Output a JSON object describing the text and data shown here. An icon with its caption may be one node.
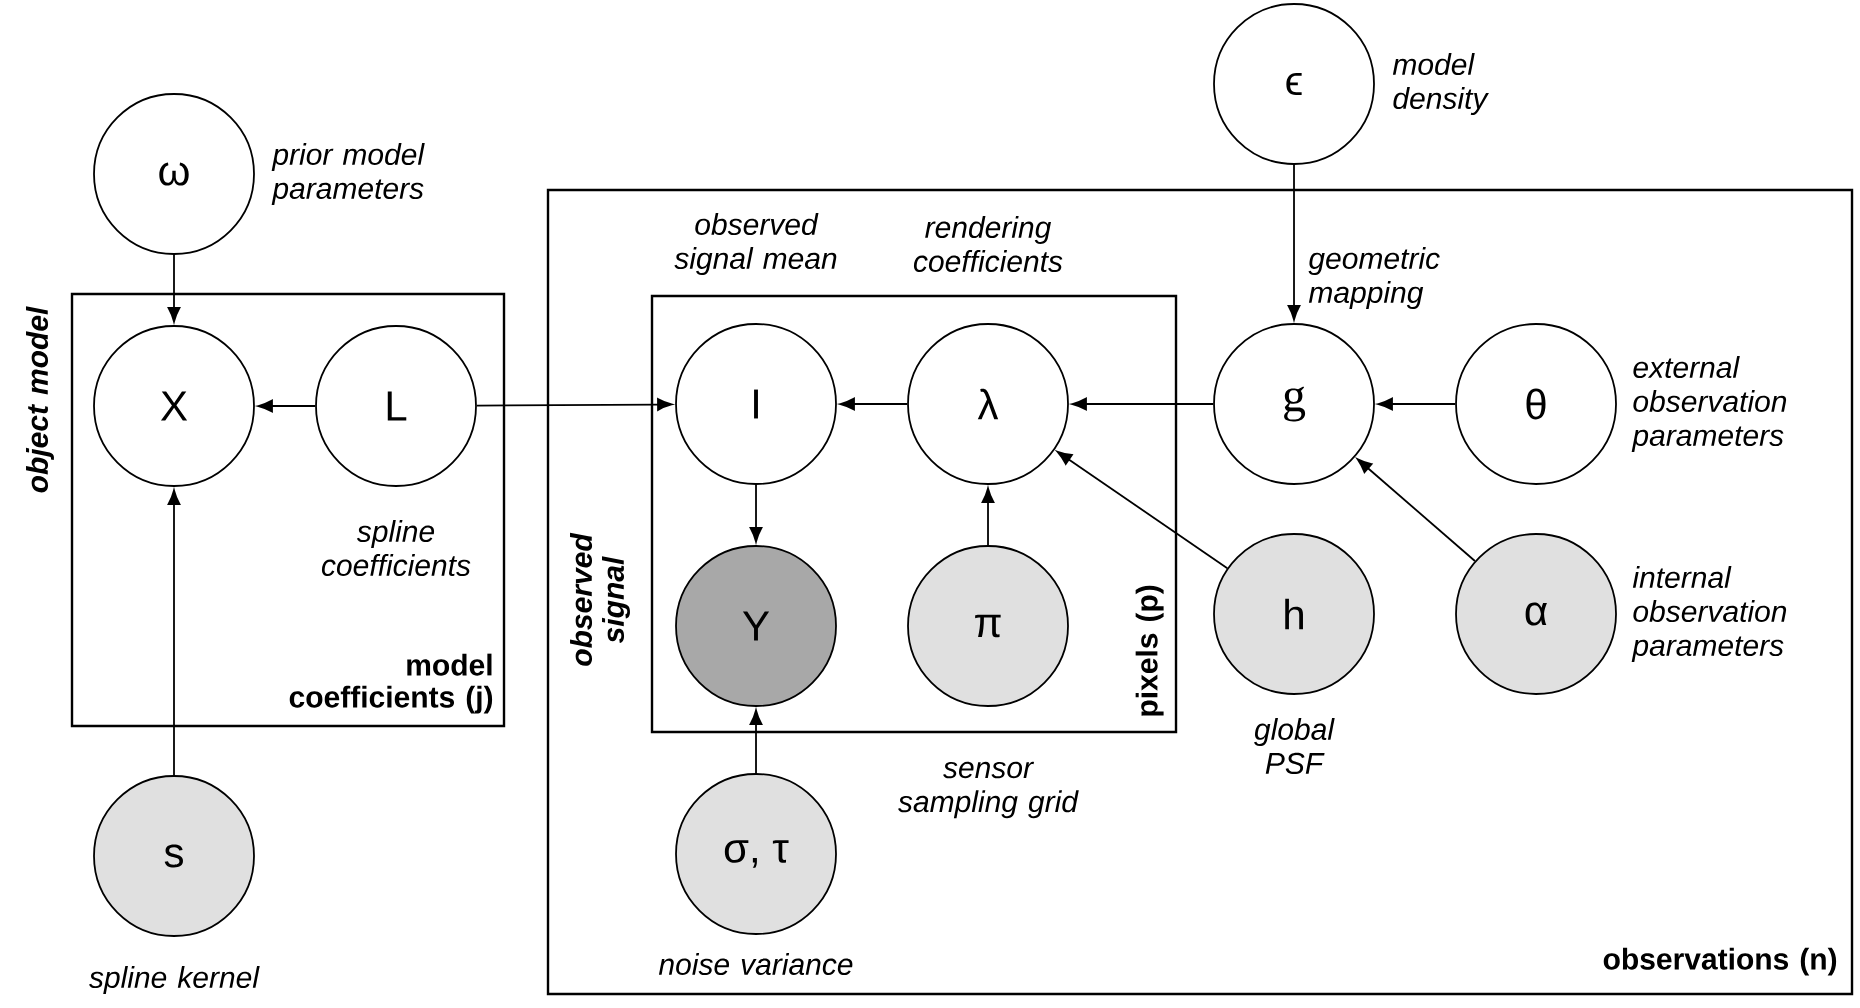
{
  "diagram": {
    "nodes": [
      {
        "text": [
          "ϵ"
        ],
        "beside": [
          "model density"
        ]
      },
      {
        "text": [
          "ω"
        ],
        "beside": [
          "prior model parameters"
        ]
      },
      {
        "text": [
          "observations (n)"
        ]
      },
      {
        "text": [
          "observed signal",
          "pixels (p)"
        ],
        "in": 2
      },
      {
        "text": [
          "object model",
          "model coefficients (j)"
        ]
      },
      {
        "text": [
          "X"
        ],
        "in": 4
      },
      {
        "text": [
          "L"
        ],
        "in": 4,
        "beside": [
          "spline coefficients"
        ]
      },
      {
        "text": [
          "I"
        ],
        "in": 3,
        "beside": [
          "observed signal mean"
        ]
      },
      {
        "text": [
          "λ"
        ],
        "in": 3,
        "beside": [
          "rendering coefficients"
        ]
      },
      {
        "text": [
          "g"
        ],
        "in": 2,
        "beside": [
          "geometric mapping"
        ]
      },
      {
        "text": [
          "θ"
        ],
        "in": 2,
        "beside": [
          "external observation parameters"
        ]
      },
      {
        "text": [
          "Y"
        ],
        "in": 3
      },
      {
        "text": [
          "π"
        ],
        "in": 3,
        "beside": [
          "sensor sampling grid"
        ]
      },
      {
        "text": [
          "h"
        ],
        "in": 2,
        "beside": [
          "global PSF"
        ]
      },
      {
        "text": [
          "α"
        ],
        "in": 2,
        "beside": [
          "internal observation parameters"
        ]
      },
      {
        "text": [
          "s"
        ],
        "beside": [
          "spline kernel"
        ]
      },
      {
        "text": [
          "σ, τ"
        ],
        "in": 2,
        "beside": [
          "noise variance"
        ]
      }
    ],
    "edges": [
      {
        "from": 1,
        "to": 5,
        "arrow": "to"
      },
      {
        "from": 6,
        "to": 5,
        "arrow": "to"
      },
      {
        "from": 15,
        "to": 5,
        "arrow": "to"
      },
      {
        "from": 6,
        "to": 7,
        "arrow": "to"
      },
      {
        "from": 8,
        "to": 7,
        "arrow": "to"
      },
      {
        "from": 7,
        "to": 11,
        "arrow": "to"
      },
      {
        "from": 12,
        "to": 8,
        "arrow": "to"
      },
      {
        "from": 16,
        "to": 11,
        "arrow": "to"
      },
      {
        "from": 9,
        "to": 8,
        "arrow": "to"
      },
      {
        "from": 13,
        "to": 8,
        "arrow": "to"
      },
      {
        "from": 0,
        "to": 9,
        "arrow": "to"
      },
      {
        "from": 10,
        "to": 9,
        "arrow": "to"
      },
      {
        "from": 14,
        "to": 9,
        "arrow": "to"
      }
    ]
  }
}
